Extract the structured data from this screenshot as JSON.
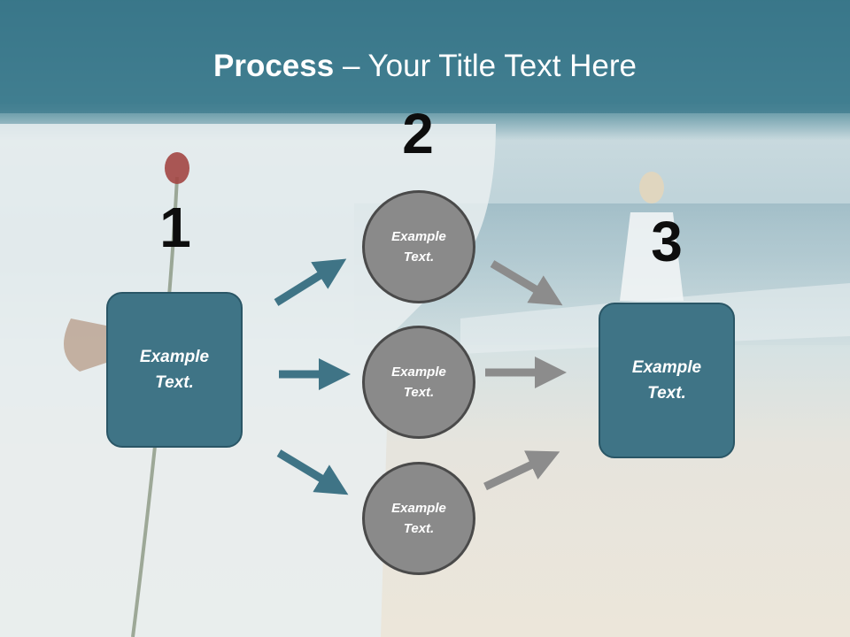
{
  "title": {
    "bold": "Process",
    "rest": " – Your Title Text Here"
  },
  "steps": [
    {
      "number": "1",
      "text": "Example\nText."
    },
    {
      "number": "2",
      "items": [
        "Example\nText.",
        "Example\nText.",
        "Example\nText."
      ]
    },
    {
      "number": "3",
      "text": "Example\nText."
    }
  ],
  "colors": {
    "header": "#3d7b8d",
    "box_fill": "#3f7486",
    "circle_fill": "#8a8a8a",
    "arrow_teal": "#3f7486",
    "arrow_gray": "#8c8c8c"
  }
}
